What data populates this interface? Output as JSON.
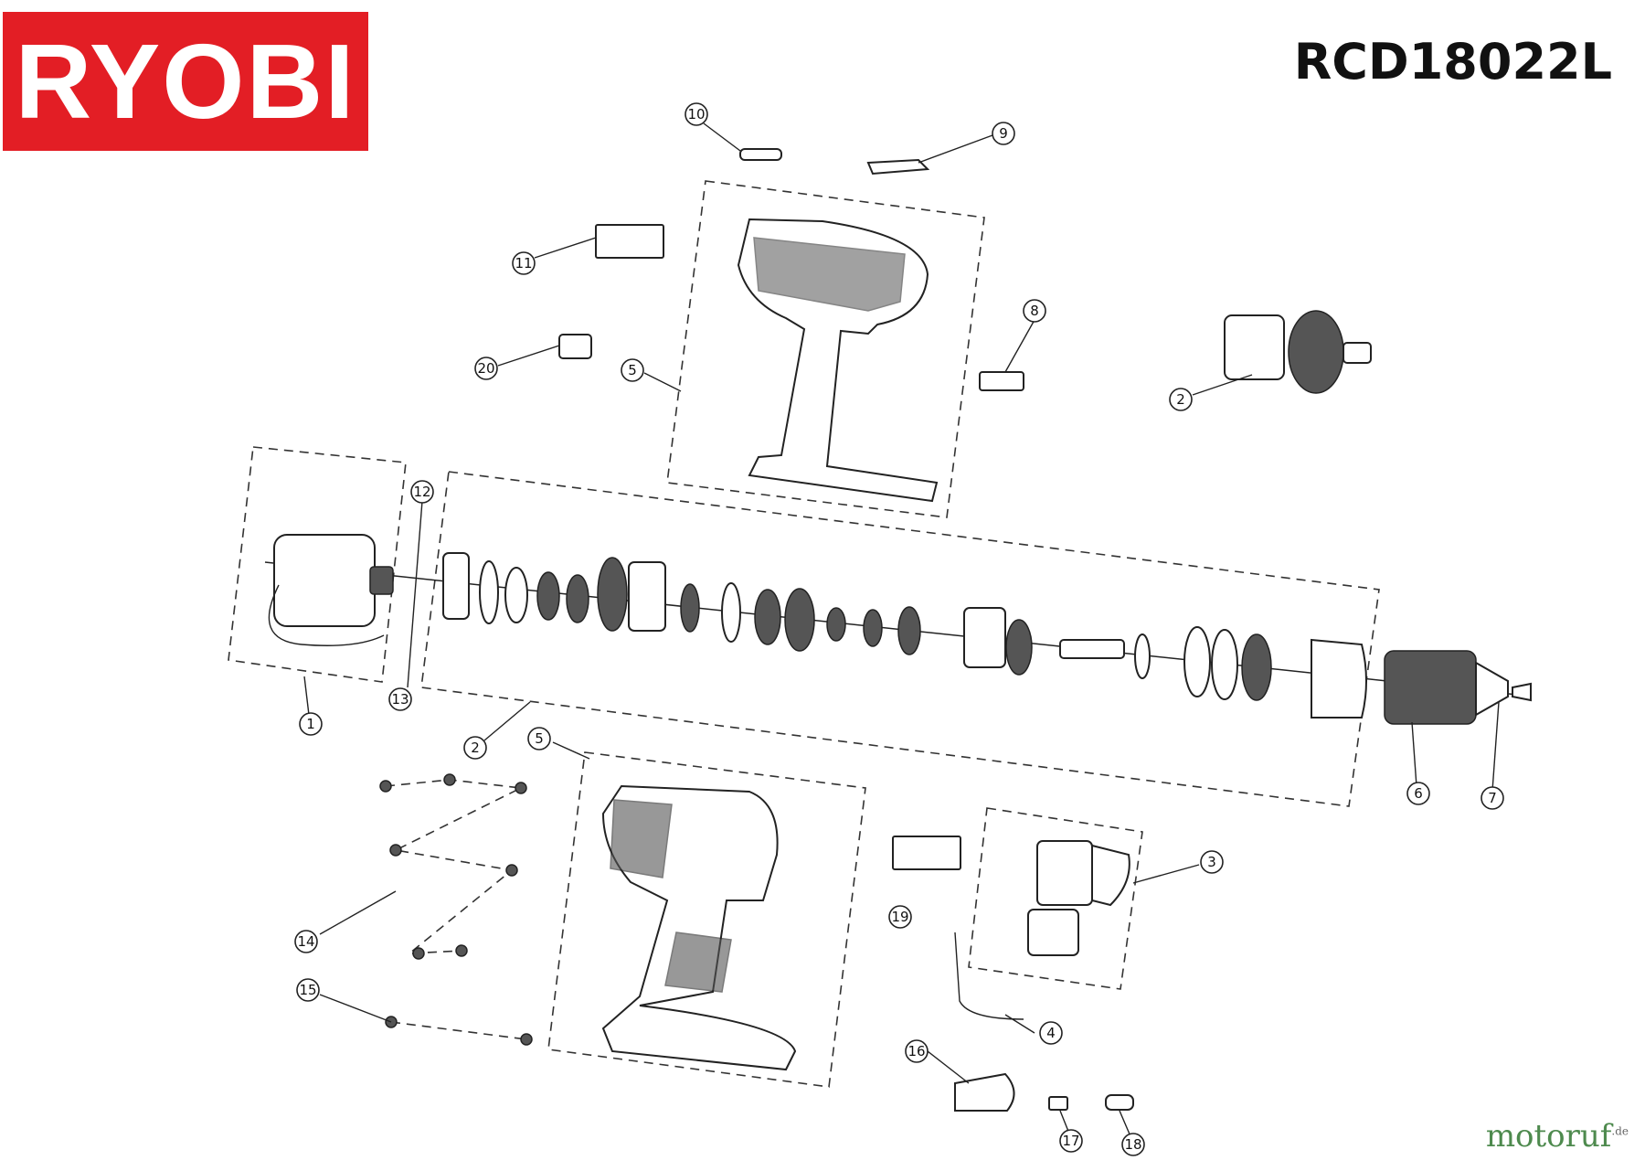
{
  "brand": {
    "logo_text": "RYOBI",
    "logo_color": "#e31e25"
  },
  "model": "RCD18022L",
  "watermark": {
    "text": "motoruf",
    "suffix": ".de"
  },
  "callouts": [
    "10",
    "9",
    "11",
    "8",
    "20",
    "5",
    "2",
    "12",
    "1",
    "13",
    "2",
    "5",
    "6",
    "7",
    "3",
    "19",
    "14",
    "4",
    "15",
    "16",
    "17",
    "18"
  ]
}
